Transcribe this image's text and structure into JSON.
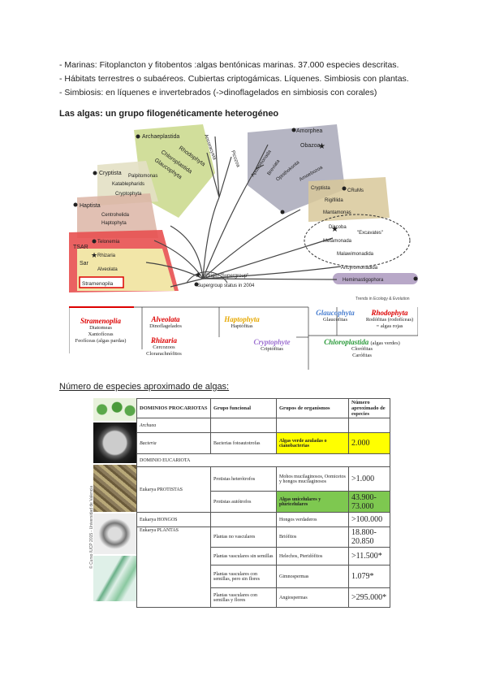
{
  "bullets": [
    "- Marinas: Fitoplancton y fitobentos :algas bentónicas marinas. 37.000 especies descritas.",
    "- Hábitats terrestres o subaéreos. Cubiertas criptogámicas. Líquenes. Simbiosis con plantas.",
    "- Simbiosis: en líquenes e invertebrados (->dinoflagelados en simbiosis con corales)"
  ],
  "heading": "Las algas: un grupo filogenéticamente heterogéneo",
  "tree": {
    "archaeplastida": "Archaeplastida",
    "rhodophyta": "Rhodophyta",
    "chloroplastida": "Chloroplastida",
    "glaucophyta": "Glaucophyta",
    "cryptista": "Cryptista",
    "palpitomonas": "Palpitomonas",
    "katablepharids": "Katablepharids",
    "cryptophyta": "Cryptophyta",
    "haptista": "Haptista",
    "centrohelida": "Centrohelida",
    "haptophyta": "Haptophyta",
    "telonemia": "Telonemia",
    "tsar": "TSAR",
    "rhizaria": "Rhizaria",
    "sar": "Sar",
    "alveolata": "Alveolata",
    "stramenopila": "Stramenopila",
    "picozoa": "Picozoa",
    "ancyromonad": "Ancoracysta",
    "amorphea": "Amorphea",
    "obazoa": "Obazoa",
    "apusomonada": "Apusomonada",
    "breviata": "Breviata",
    "opisthokonta": "Opisthokonta",
    "amoebozoa": "Amoebozoa",
    "cryptista2": "Cryptista",
    "crumalia": "CRuMs",
    "rigifilida": "Rigifilida",
    "mantamonas": "Mantamonas",
    "discoba": "Discoba",
    "excavates": "\"Excavates\"",
    "metamonada": "Metamonada",
    "malawimonadida": "Malawimonadida",
    "ancyromonadida": "Ancyromonadida",
    "hemimastigophora": "Hemimastigophora",
    "origin": "Origin \"Supergroup\"",
    "since": "Supergroup status in 2004",
    "credit": "Trends in Ecology & Evolution"
  },
  "legend": {
    "stramenoplia": {
      "title": "Stramenoplia",
      "lines": [
        "Diatomeas",
        "Xantofíceas",
        "Feofíceas (algas pardas)"
      ]
    },
    "alveolata": {
      "title": "Alveolata",
      "lines": [
        "Dinoflagelados"
      ]
    },
    "rhizaria": {
      "title": "Rhizaria",
      "lines": [
        "Cercozoos",
        "Clorarachnófitos"
      ]
    },
    "haptophyta": {
      "title": "Haptophyta",
      "lines": [
        "Haptófitas"
      ]
    },
    "cryptophyte": {
      "title": "Cryptophyte",
      "lines": [
        "Criptófitas"
      ]
    },
    "glaucophyta": {
      "title": "Glaucophyta",
      "lines": [
        "Glaucófitas"
      ]
    },
    "rhodophyta": {
      "title": "Rhodophyta",
      "lines": [
        "Rodófitas (rodofíceas)",
        "= algas rojas"
      ]
    },
    "chloroplastida": {
      "title": "Chloroplastida",
      "suffix": "(algas verdes)",
      "lines": [
        "Clorófitas",
        "Carófitas"
      ]
    }
  },
  "heading2": "Número de especies aproximado de algas:",
  "photo_caption": "© Curso IUCP 2015 - Universidad de Valencia",
  "table": {
    "headers": [
      "DOMINIOS PROCARIOTAS",
      "Grupo funcional",
      "Grupos de organismos",
      "Número aproximado de especies"
    ],
    "rows": [
      {
        "domain": "Archaea",
        "func": "",
        "group": "",
        "num": ""
      },
      {
        "domain": "Bacteria",
        "func": "Bacterias fotoautotrofas",
        "group": "Algas verde azuladas o cianobacterias",
        "num": "2.000"
      },
      {
        "domain": "DOMINIO EUCARIOTA",
        "func": "",
        "group": "",
        "num": ""
      },
      {
        "domain": "Eukarya PROTISTAS",
        "func": "Protistas heterótrofos",
        "group": "Mohos mucilaginosos, Oomicetos y hongos mucilaginosos",
        "num": ">1.000"
      },
      {
        "domain": "",
        "func": "Protistas autótrofos",
        "group": "Algas unicelulares y pluricelulares",
        "num": "43.900-73.000"
      },
      {
        "domain": "Eukarya HONGOS",
        "func": "",
        "group": "Hongos verdaderos",
        "num": ">100.000"
      },
      {
        "domain": "Eukarya PLANTAS",
        "func": "Plantas no vasculares",
        "group": "Briófitos",
        "num": "18.800-20.850"
      },
      {
        "domain": "",
        "func": "Plantas vasculares sin semillas",
        "group": "Helechos, Pteridófitos",
        "num": ">11.500*"
      },
      {
        "domain": "",
        "func": "Plantas vasculares con semillas, pero sin flores",
        "group": "Gimnospermas",
        "num": "1.079*"
      },
      {
        "domain": "",
        "func": "Plantas vasculares con semillas y flores",
        "group": "Angiospermas",
        "num": ">295.000*"
      }
    ]
  }
}
